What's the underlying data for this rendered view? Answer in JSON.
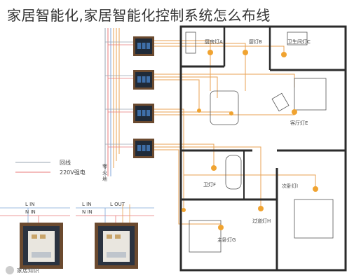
{
  "page": {
    "title": "家居智能化,家居智能化控制系统怎么布线"
  },
  "legend": {
    "neutral_label": "回线",
    "power_label": "220V强电",
    "vertical_labels": [
      "零",
      "火",
      "地"
    ]
  },
  "switch_panel_count": 4,
  "rooms": [
    {
      "id": "r1",
      "label": "厨房灯A"
    },
    {
      "id": "r2",
      "label": "厨灯B"
    },
    {
      "id": "r3",
      "label": "卫生间灯C"
    },
    {
      "id": "r4",
      "label": "客厅灯E"
    },
    {
      "id": "r5",
      "label": "卫灯F"
    },
    {
      "id": "r6",
      "label": "过道灯H"
    },
    {
      "id": "r7",
      "label": "主卧灯G"
    },
    {
      "id": "r8",
      "label": "次卧灯I"
    }
  ],
  "bottom_modules": [
    {
      "id": "m1",
      "top_labels": [
        "L IN",
        "N IN"
      ]
    },
    {
      "id": "m2",
      "top_labels": [
        "L IN",
        "L OUT",
        "N IN"
      ]
    }
  ],
  "watermark": "家居知识",
  "colors": {
    "wire_orange": "#e8a253",
    "wire_gray": "#9aa4b0",
    "wire_red": "#e87a7a",
    "wire_blue": "#7fa6d8",
    "panel_frame": "#6b4a2f",
    "lamp": "#f0a330",
    "wall": "#2b2b2b"
  }
}
